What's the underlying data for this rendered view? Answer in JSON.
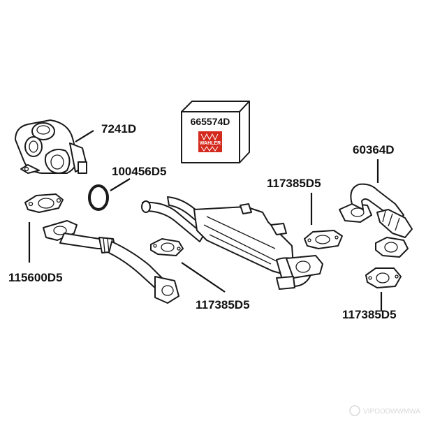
{
  "kit_box": {
    "code": "665574D",
    "brand": "WAHLER",
    "brand_color": "#d42a1e"
  },
  "labels": {
    "egr_valve": "7241D",
    "o_ring": "100456D5",
    "gasket_left": "115600D5",
    "pipe_right": "60364D",
    "gasket_center": "117385D5",
    "gasket_top_right": "117385D5",
    "gasket_bottom_right": "117385D5"
  },
  "watermark": "VIPOODWWMWA"
}
